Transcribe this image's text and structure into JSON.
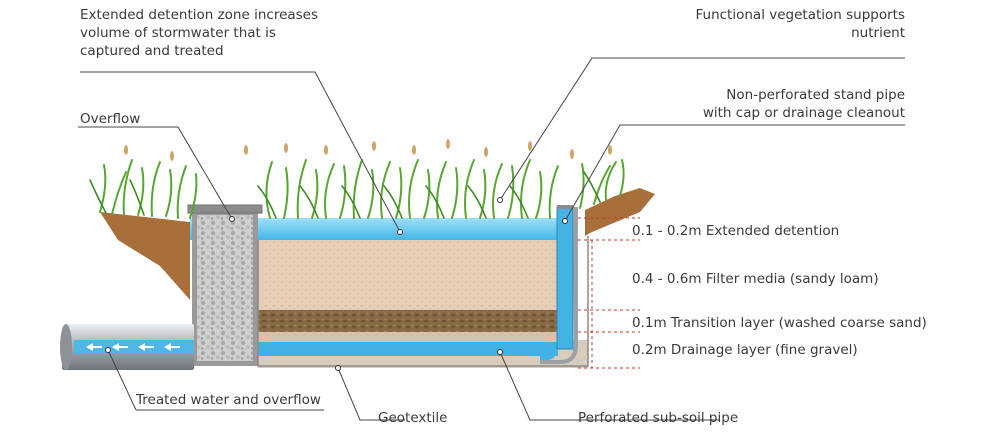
{
  "callouts": {
    "extended_detention_zone": "Extended detention zone increases\nvolume of stormwater that is\ncaptured and treated",
    "overflow": "Overflow",
    "functional_vegetation": "Functional vegetation supports\nnutrient",
    "stand_pipe": "Non-perforated stand pipe\nwith cap or drainage cleanout",
    "treated_water": "Treated water and overflow",
    "geotextile": "Geotextile",
    "perforated_pipe": "Perforated sub-soil pipe"
  },
  "layers": [
    {
      "label": "0.1 - 0.2m Extended detention"
    },
    {
      "label": "0.4 - 0.6m Filter media (sandy loam)"
    },
    {
      "label": "0.1m Transition layer (washed coarse sand)"
    },
    {
      "label": "0.2m Drainage layer (fine gravel)"
    }
  ],
  "colors": {
    "water": "#62c6ee",
    "water_edge": "#2b9fd4",
    "filter_media": "#e6cdb6",
    "transition": "#8a6a45",
    "drainage": "#d9cdbf",
    "grass": "#5fa83a",
    "soil_bank": "#b07a43",
    "overflow_pit": "#c9c9c9",
    "pipe": "#a9aeb3",
    "dash": "#c0392b"
  }
}
